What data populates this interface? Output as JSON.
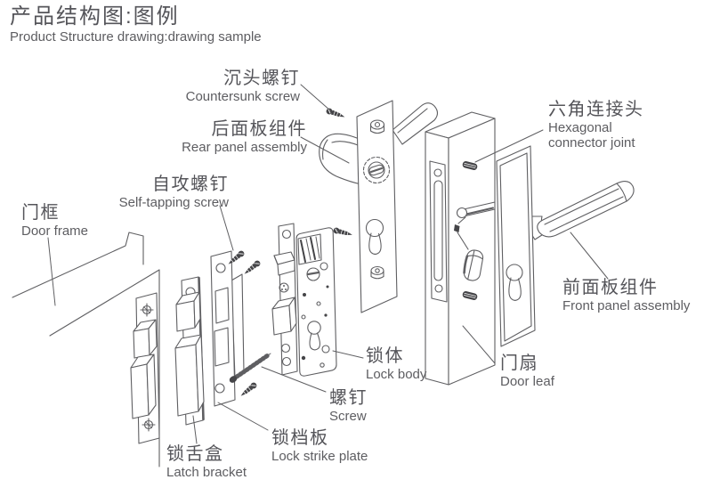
{
  "title": {
    "zh": "产品结构图:图例",
    "en": "Product Structure drawing:drawing sample"
  },
  "labels": {
    "countersunk_screw": {
      "zh": "沉头螺钉",
      "en": "Countersunk screw"
    },
    "rear_panel_assembly": {
      "zh": "后面板组件",
      "en": "Rear panel assembly"
    },
    "hexagonal_connector_joint": {
      "zh": "六角连接头",
      "en": "Hexagonal",
      "en2": "connector joint"
    },
    "self_tapping_screw": {
      "zh": "自攻螺钉",
      "en": "Self-tapping screw"
    },
    "door_frame": {
      "zh": "门框",
      "en": "Door frame"
    },
    "front_panel_assembly": {
      "zh": "前面板组件",
      "en": "Front panel assembly"
    },
    "lock_body": {
      "zh": "锁体",
      "en": "Lock body"
    },
    "door_leaf": {
      "zh": "门扇",
      "en": "Door leaf"
    },
    "screw": {
      "zh": "螺钉",
      "en": "Screw"
    },
    "lock_strike_plate": {
      "zh": "锁档板",
      "en": "Lock strike plate"
    },
    "latch_bracket": {
      "zh": "锁舌盒",
      "en": "Latch bracket"
    }
  },
  "colors": {
    "line": "#5f5f62",
    "text": "#57575a",
    "dark_fill": "#454548",
    "background": "#ffffff"
  }
}
